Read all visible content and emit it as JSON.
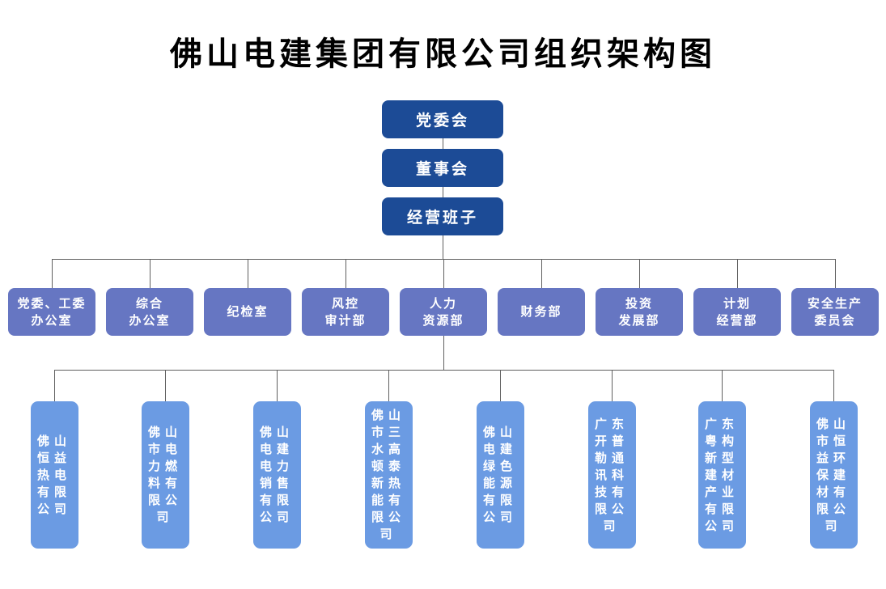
{
  "title": "佛山电建集团有限公司组织架构图",
  "top_level": [
    {
      "label": "党委会"
    },
    {
      "label": "董事会"
    },
    {
      "label": "经营班子"
    }
  ],
  "departments": [
    {
      "label": "党委、工委\n办公室"
    },
    {
      "label": "综合\n办公室"
    },
    {
      "label": "纪检室"
    },
    {
      "label": "风控\n审计部"
    },
    {
      "label": "人力\n资源部"
    },
    {
      "label": "财务部"
    },
    {
      "label": "投资\n发展部"
    },
    {
      "label": "计划\n经营部"
    },
    {
      "label": "安全生产\n委员会"
    }
  ],
  "subsidiaries": [
    {
      "name": "佛山恒益热电有限公司"
    },
    {
      "name": "佛山市电力燃料有限公司"
    },
    {
      "name": "佛山电建电力销售有限公司"
    },
    {
      "name": "佛山市三水高顿泰新热能有限公司"
    },
    {
      "name": "佛山电建绿色能源有限公司"
    },
    {
      "name": "广东开普勒通讯科技有限公司"
    },
    {
      "name": "广东粤构新型建材产业有限公司"
    },
    {
      "name": "佛山市恒益环保建材有限公司"
    }
  ],
  "colors": {
    "level1_fill": "#1C4B96",
    "level2_fill": "#6676C2",
    "level3_fill": "#6B9BE3",
    "connector": "#606060",
    "node_text": "#FFFFFF",
    "title_text": "#000000"
  }
}
